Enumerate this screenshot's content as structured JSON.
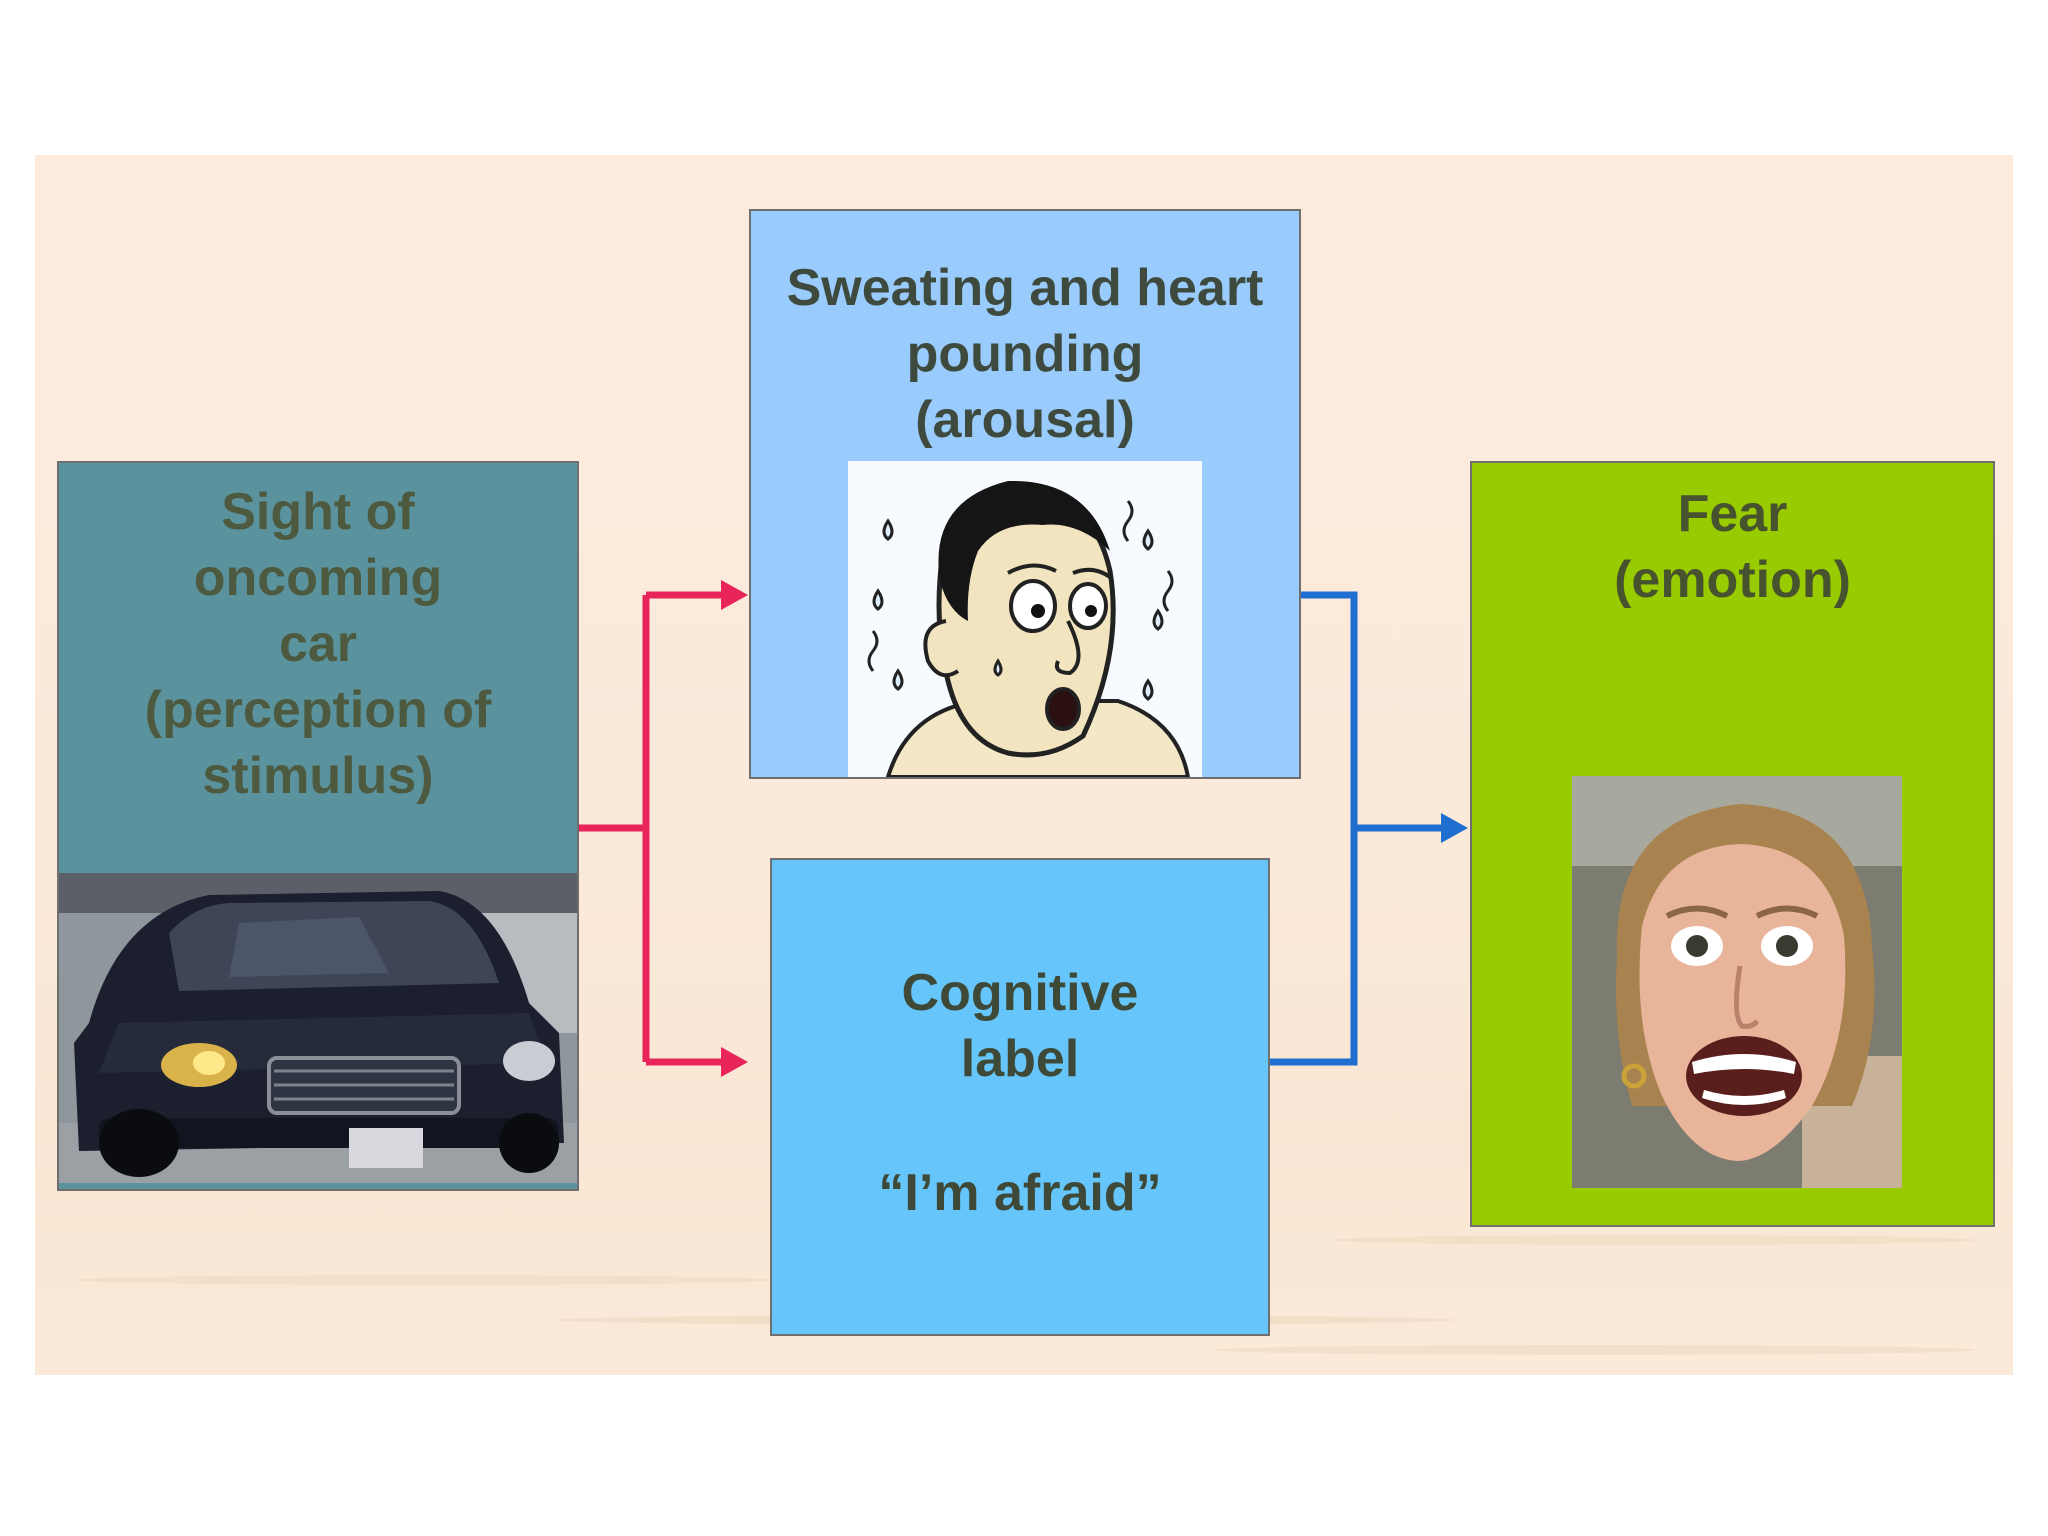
{
  "nodes": {
    "stimulus": {
      "text": "Sight of\noncoming\ncar\n(perception of\nstimulus)"
    },
    "arousal": {
      "text": "Sweating and heart\npounding\n(arousal)"
    },
    "label": {
      "title": "Cognitive\nlabel",
      "quote": "“I’m afraid”"
    },
    "emotion": {
      "text": "Fear\n(emotion)"
    }
  },
  "colors": {
    "background": "#fcebdd",
    "stimulus_box": "#5a939e",
    "arousal_box": "#99ccfc",
    "label_box": "#66c6fc",
    "emotion_box": "#99cc00",
    "arrow_from_stimulus": "#e8245a",
    "arrow_to_emotion": "#1f6fd1"
  },
  "images": {
    "stimulus": "car-photo",
    "arousal": "sweating-man-drawing",
    "emotion": "frightened-woman-photo"
  }
}
